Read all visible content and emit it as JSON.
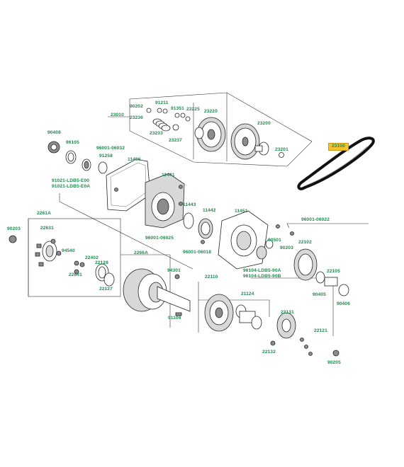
{
  "labels": {
    "p23100": "23100",
    "p23010": "23010",
    "p90202": "90202",
    "p91211": "91211",
    "p91351": "91351",
    "p23225": "23225",
    "p23220": "23220",
    "p23236": "23236",
    "p23233": "23233",
    "p23237": "23237",
    "p23200": "23200",
    "p23201": "23201",
    "p90408": "90408",
    "p96105": "96105",
    "p96001_06032": "96001-06032",
    "p91258": "91258",
    "p11496": "11496",
    "p91021_e00": "91021-LDB5-E00",
    "p91021_e0a": "91021-LDB5-E0A",
    "p11441": "11441",
    "p11443": "11443",
    "p11442": "11442",
    "p11451": "11451",
    "p96001_06022": "96001-06022",
    "p2261a": "2261A",
    "p90203_l": "90203",
    "p22631": "22631",
    "p94540": "94540",
    "p22402": "22402",
    "p22128": "22128",
    "p22641": "22641",
    "p22127": "22127",
    "p96001_06025": "96001-06025",
    "p96001_06018": "96001-06018",
    "p90501": "90501",
    "p90203_r": "90203",
    "p22102": "22102",
    "p96104_90a": "96104-LDB5-90A",
    "p96104_90b": "96104-LDB5-90B",
    "p2266a": "2266A",
    "p94301": "94301",
    "p91106": "91106",
    "p22110": "22110",
    "p21124": "21124",
    "p22105": "22105",
    "p90405": "90405",
    "p90406": "90406",
    "p22131": "22131",
    "p22121": "22121",
    "p22132": "22132",
    "p90205": "90205"
  },
  "colors": {
    "label_green": "#1f8a4e",
    "highlight_fill": "#f1c232",
    "line": "#333333"
  }
}
